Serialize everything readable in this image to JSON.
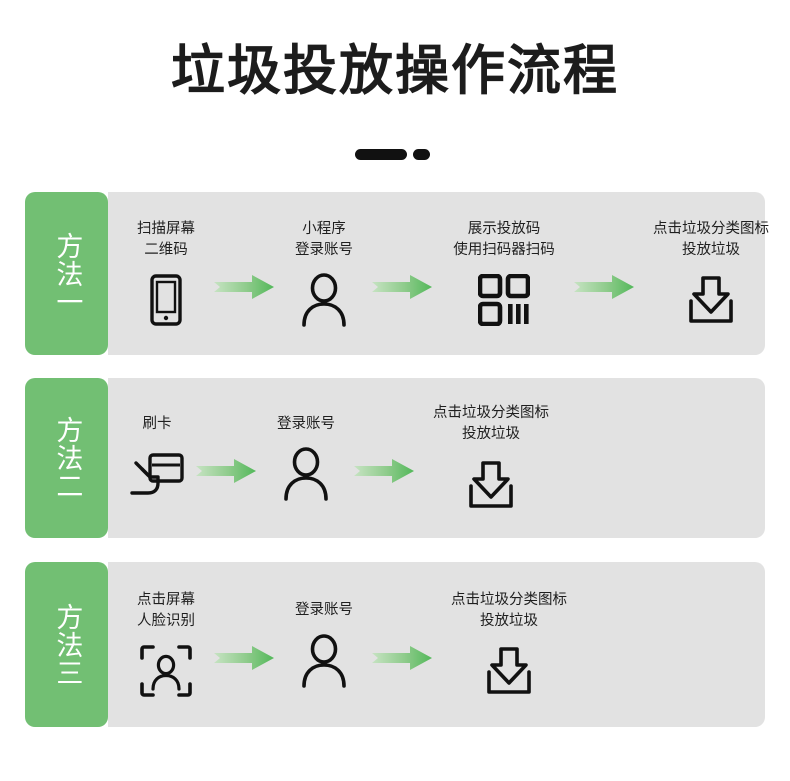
{
  "header": {
    "title": "垃圾投放操作流程",
    "divider_icon": "dash-dot-divider"
  },
  "theme": {
    "accent_green": "#72bf73",
    "panel_gray": "#e2e2e2",
    "text_dark": "#1f1f1f",
    "arrow_gradient_from": "#bfe0bb",
    "arrow_gradient_to": "#56b95c",
    "page_background": "#ffffff"
  },
  "methods": [
    {
      "label": "方法一",
      "steps": [
        {
          "caption": "扫描屏幕\n二维码",
          "icon": "mobile-phone-icon"
        },
        {
          "caption": "小程序\n登录账号",
          "icon": "user-person-icon"
        },
        {
          "caption": "展示投放码\n使用扫码器扫码",
          "icon": "qr-code-icon"
        },
        {
          "caption": "点击垃圾分类图标\n投放垃圾",
          "icon": "deposit-tray-icon"
        }
      ],
      "arrow_count": 3
    },
    {
      "label": "方法二",
      "steps": [
        {
          "caption": "刷卡",
          "icon": "swipe-card-icon"
        },
        {
          "caption": "登录账号",
          "icon": "user-person-icon"
        },
        {
          "caption": "点击垃圾分类图标\n投放垃圾",
          "icon": "deposit-tray-icon"
        }
      ],
      "arrow_count": 2
    },
    {
      "label": "方法三",
      "steps": [
        {
          "caption": "点击屏幕\n人脸识别",
          "icon": "face-recognition-icon"
        },
        {
          "caption": "登录账号",
          "icon": "user-person-icon"
        },
        {
          "caption": "点击垃圾分类图标\n投放垃圾",
          "icon": "deposit-tray-icon"
        }
      ],
      "arrow_count": 2
    }
  ]
}
